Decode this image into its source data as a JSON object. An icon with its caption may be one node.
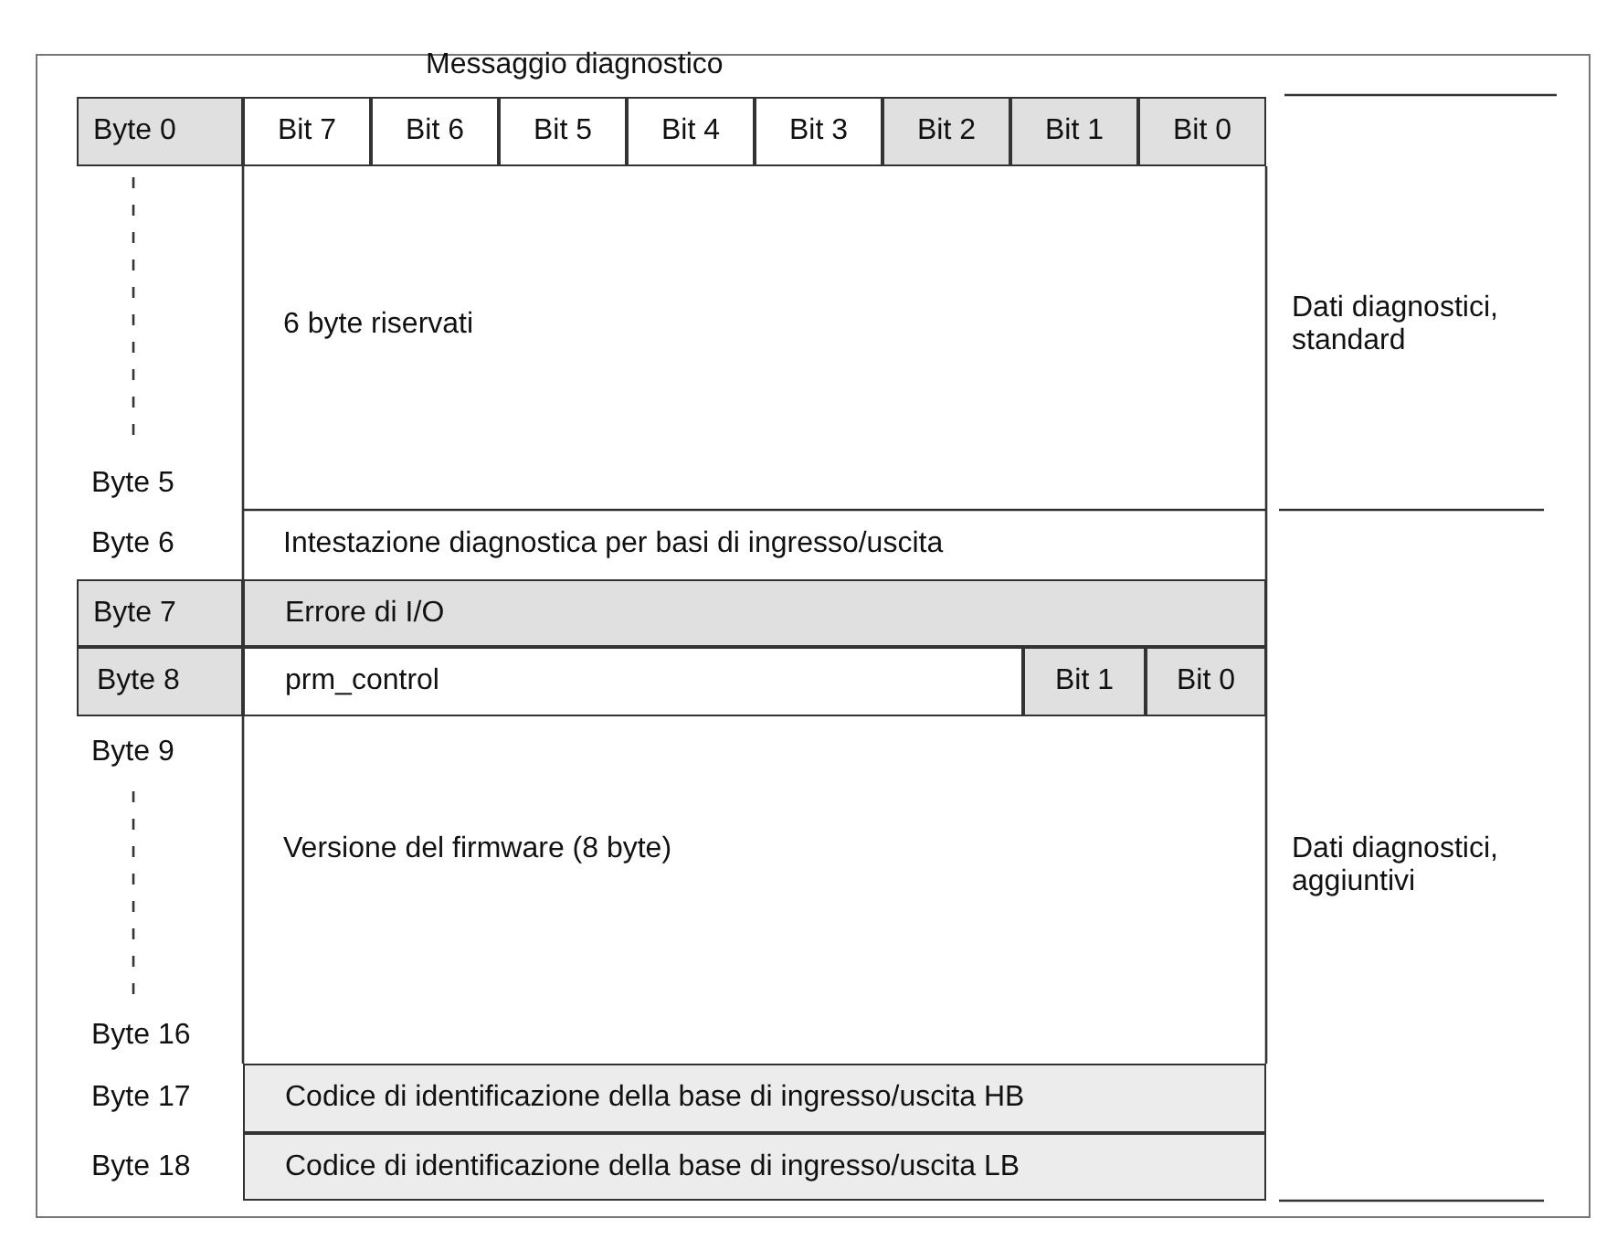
{
  "diagram": {
    "title": "Messaggio diagnostico",
    "labels": [
      "Byte 0",
      "Bit 7",
      "Bit 6",
      "Bit 5",
      "Bit 4",
      "Bit 3",
      "Bit 2",
      "Bit 1",
      "Bit 0",
      "6 byte riservati",
      "Dati diagnostici, standard",
      "Byte 5",
      "Byte 6",
      "Intestazione diagnostica per basi di ingresso/uscita",
      "Byte 7",
      "Errore di I/O",
      "Byte 8",
      "prm_control",
      "Bit 1",
      "Bit 0",
      "Byte 9",
      "Versione del firmware (8 byte)",
      "Dati diagnostici, aggiuntivi",
      "Byte 16",
      "Byte 17",
      "Codice di identificazione della base di ingresso/uscita HB",
      "Byte 18",
      "Codice di identificazione della base di ingresso/uscita LB"
    ]
  }
}
